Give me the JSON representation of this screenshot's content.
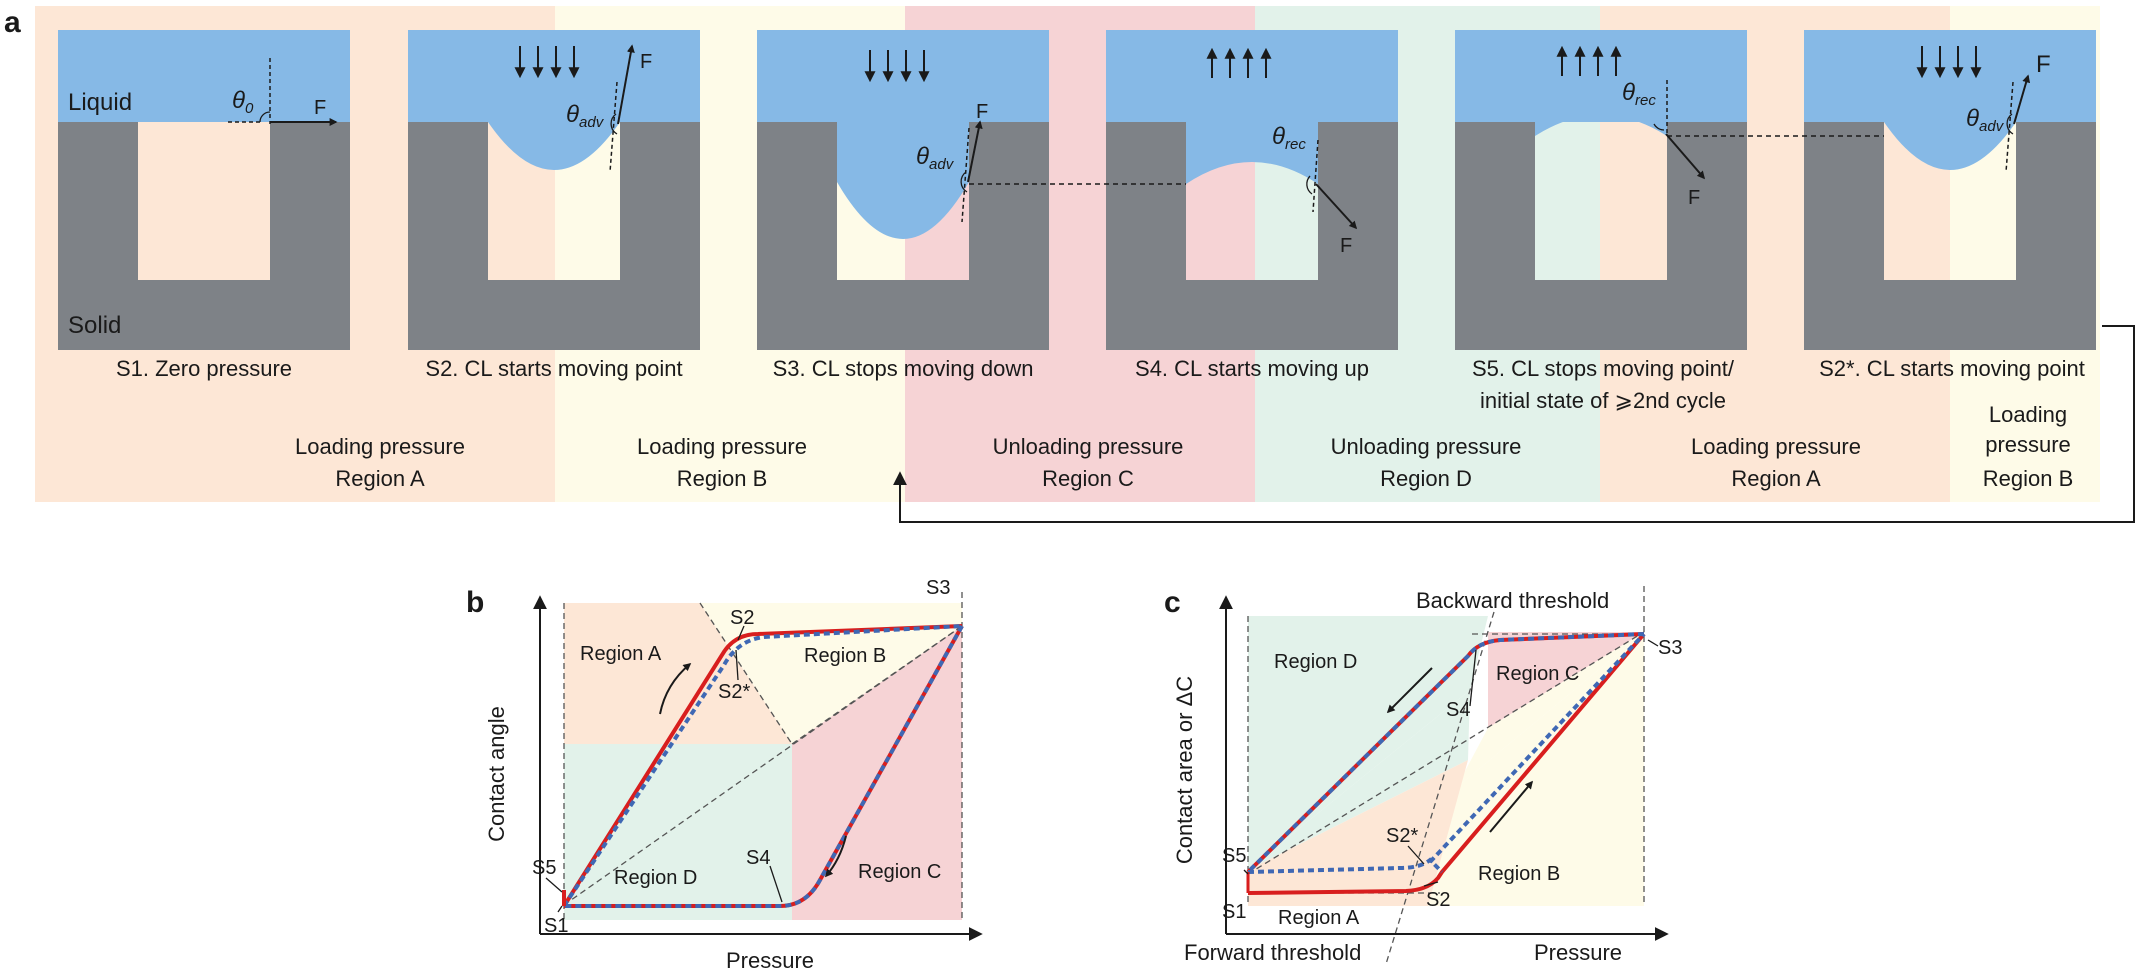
{
  "panels": [
    "a",
    "b",
    "c"
  ],
  "panel_a": {
    "liquid_label": "Liquid",
    "solid_label": "Solid",
    "force_label": "F",
    "angles": {
      "theta": "θ",
      "sub_0": "0",
      "sub_adv": "adv",
      "sub_rec": "rec"
    },
    "stages": [
      "S1. Zero pressure",
      "S2. CL starts moving point",
      "S3. CL stops moving down",
      "S4. CL starts moving up",
      "S5. CL stops moving point/",
      "S2*. CL starts moving point"
    ],
    "stage5_line2": "initial state of ⩾2nd cycle",
    "regions": [
      {
        "line1": "Loading pressure",
        "line2": "Region A"
      },
      {
        "line1": "Loading pressure",
        "line2": "Region B"
      },
      {
        "line1": "Unloading pressure",
        "line2": "Region C"
      },
      {
        "line1": "Unloading pressure",
        "line2": "Region D"
      },
      {
        "line1": "Loading pressure",
        "line2": "Region A"
      },
      {
        "line1": "Loading",
        "line1b": "pressure",
        "line2": "Region B"
      }
    ]
  },
  "panel_b": {
    "ylabel": "Contact angle",
    "xlabel": "Pressure",
    "points": [
      "S1",
      "S2",
      "S2*",
      "S3",
      "S4",
      "S5"
    ],
    "regions": [
      "Region A",
      "Region B",
      "Region C",
      "Region D"
    ]
  },
  "panel_c": {
    "ylabel": "Contact area or ΔC",
    "xlabel": "Pressure",
    "points": [
      "S1",
      "S2",
      "S2*",
      "S3",
      "S4",
      "S5"
    ],
    "regions": [
      "Region A",
      "Region B",
      "Region C",
      "Region D"
    ],
    "backward_threshold": "Backward threshold",
    "forward_threshold": "Forward threshold"
  },
  "colors": {
    "region_a": "#fde7d6",
    "region_b": "#fefbe8",
    "region_c": "#f6d3d5",
    "region_d": "#e2f2ea",
    "liquid": "#86b9e6",
    "solid": "#7e8287",
    "curve_red": "#d81e1e",
    "curve_blue": "#3f68b4"
  }
}
